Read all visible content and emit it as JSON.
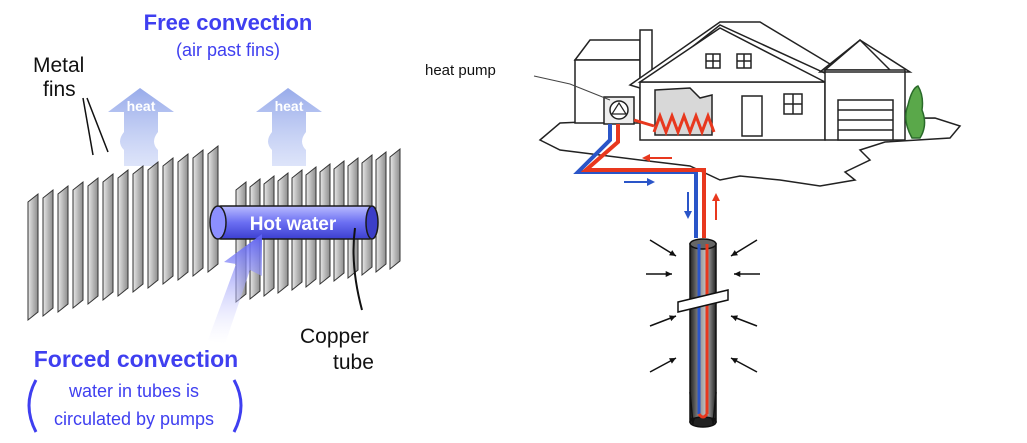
{
  "left_diagram": {
    "free_convection": {
      "title": "Free convection",
      "subtitle": "(air past fins)"
    },
    "metal_fins_label": [
      "Metal",
      "fins"
    ],
    "heat_arrow_label": "heat",
    "hot_water_label": "Hot water",
    "copper_tube_label": [
      "Copper",
      "tube"
    ],
    "forced_convection": {
      "title": "Forced convection",
      "desc_lines": [
        "water in tubes is",
        "circulated by pumps"
      ]
    }
  },
  "right_diagram": {
    "heat_pump_label": "heat pump"
  },
  "colors": {
    "accent_blue": "#3f3ff0",
    "heat_arrow": "#a9b9ee",
    "supply_red": "#e8381e",
    "return_blue": "#2a55c8",
    "fin_gray": "#c6c6c6",
    "tube_blue": "#6f73f2"
  }
}
